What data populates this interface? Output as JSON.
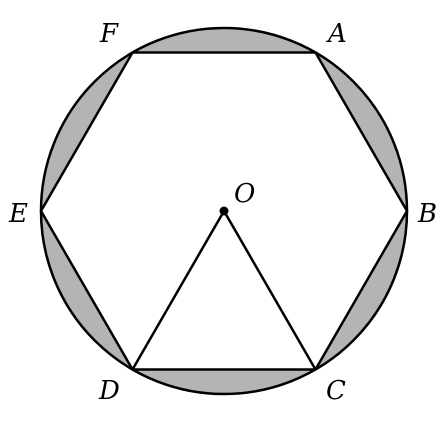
{
  "diagram": {
    "center_label": "O",
    "vertices": [
      {
        "id": "A",
        "label": "A"
      },
      {
        "id": "B",
        "label": "B"
      },
      {
        "id": "C",
        "label": "C"
      },
      {
        "id": "D",
        "label": "D"
      },
      {
        "id": "E",
        "label": "E"
      },
      {
        "id": "F",
        "label": "F"
      }
    ],
    "colors": {
      "segment_fill": "#b4b4b4",
      "stroke": "#000000",
      "background": "#ffffff"
    }
  }
}
